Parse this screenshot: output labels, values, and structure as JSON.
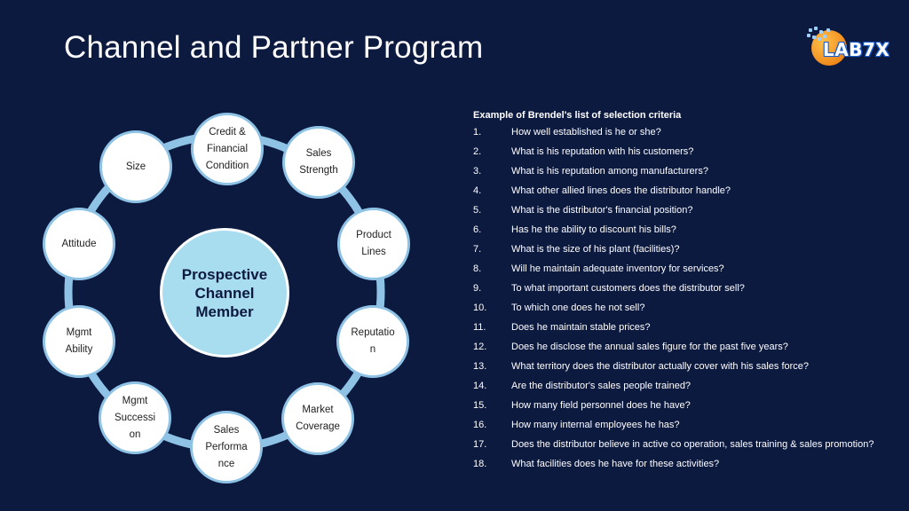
{
  "slide": {
    "title": "Channel and Partner Program",
    "logo_text": "LAB7X"
  },
  "diagram": {
    "center": "Prospective\nChannel\nMember",
    "nodes": [
      {
        "id": "credit",
        "label": "Credit &\nFinancial\nCondition"
      },
      {
        "id": "sales-strength",
        "label": "Sales\nStrength"
      },
      {
        "id": "product-lines",
        "label": "Product\nLines"
      },
      {
        "id": "reputation",
        "label": "Reputatio\nn"
      },
      {
        "id": "market-coverage",
        "label": "Market\nCoverage"
      },
      {
        "id": "sales-performance",
        "label": "Sales\nPerforma\nnce"
      },
      {
        "id": "mgmt-succession",
        "label": "Mgmt\nSuccessi\non"
      },
      {
        "id": "mgmt-ability",
        "label": "Mgmt\nAbility"
      },
      {
        "id": "attitude",
        "label": "Attitude"
      },
      {
        "id": "size",
        "label": "Size"
      }
    ],
    "colors": {
      "background": "#0d1a40",
      "ring": "#8fc3e6",
      "center_fill": "#a8dcef",
      "node_fill": "#ffffff"
    }
  },
  "criteria": {
    "heading": "Example of Brendel's list of selection criteria",
    "items": [
      {
        "num": "1.",
        "text": "How  well established is he or she?"
      },
      {
        "num": "2.",
        "text": "What is his reputation with his customers?"
      },
      {
        "num": "3.",
        "text": "What is his reputation among manufacturers?"
      },
      {
        "num": "4.",
        "text": "What other allied lines does the distributor handle?"
      },
      {
        "num": "5.",
        "text": "What is the distributor's financial position?"
      },
      {
        "num": "6.",
        "text": "Has he the ability to discount his bills?"
      },
      {
        "num": "7.",
        "text": "What is the size of his plant (facilities)?"
      },
      {
        "num": "8.",
        "text": "Will he maintain adequate inventory for services?"
      },
      {
        "num": "9.",
        "text": "To what important customers does the distributor sell?"
      },
      {
        "num": "10.",
        "text": "To which one does he not sell?"
      },
      {
        "num": "11.",
        "text": "Does he maintain stable prices?"
      },
      {
        "num": "12.",
        "text": "Does he disclose the annual sales figure for the past five years?"
      },
      {
        "num": "13.",
        "text": "What territory does the distributor actually cover with his sales force?"
      },
      {
        "num": "14.",
        "text": "Are the distributor's sales people trained?"
      },
      {
        "num": "15.",
        "text": "How many field personnel does he have?"
      },
      {
        "num": "16.",
        "text": "How many internal employees he has?"
      },
      {
        "num": "17.",
        "text": "Does the distributor believe in active  co operation, sales training & sales promotion?"
      },
      {
        "num": "18.",
        "text": "What facilities does he have for these  activities?"
      }
    ]
  }
}
